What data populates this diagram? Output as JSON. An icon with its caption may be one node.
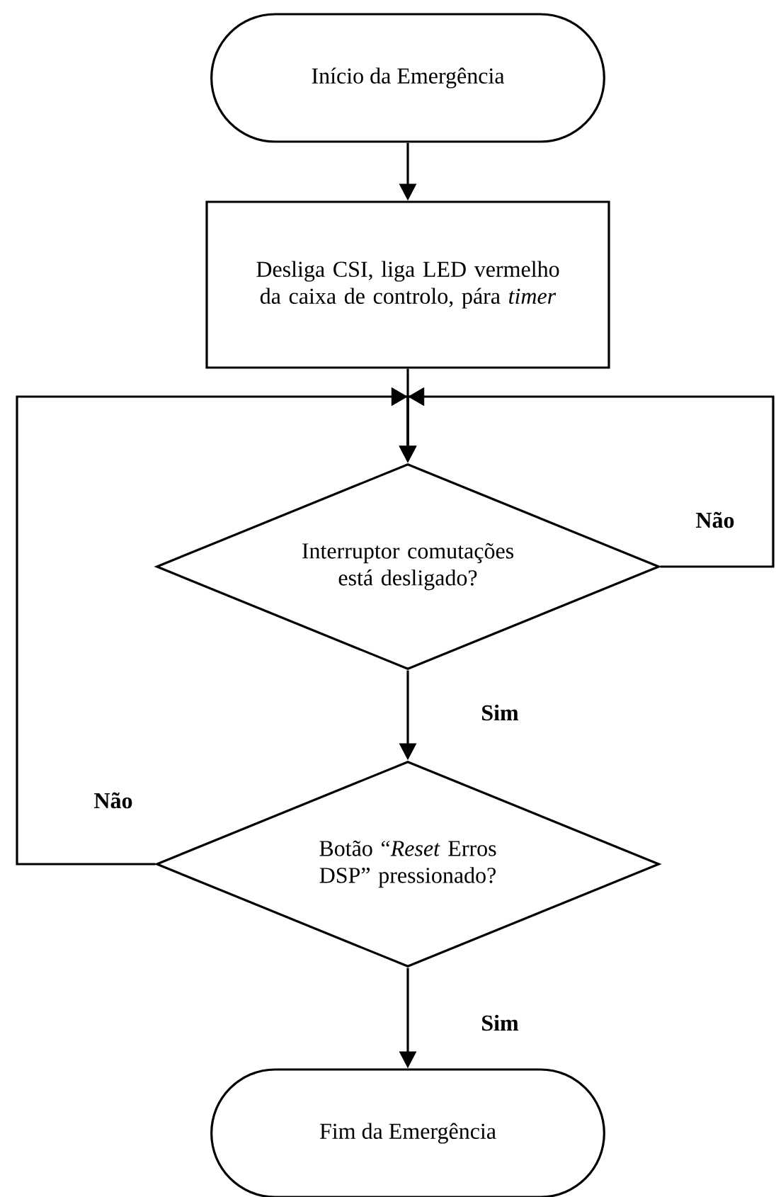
{
  "diagram": {
    "nodes": [
      {
        "text": [
          "Início da Emergência"
        ]
      },
      {
        "text": [
          "Desliga CSI, liga LED vermelho da caixa de controlo, pára *timer*"
        ]
      },
      {
        "text": [
          "Interruptor comutações está desligado?"
        ]
      },
      {
        "text": [
          "Botão “*Reset* Erros DSP” pressionado?"
        ]
      },
      {
        "text": [
          "Fim da Emergência"
        ]
      }
    ],
    "edges": [
      {
        "from": 0,
        "to": 1,
        "arrow": "to"
      },
      {
        "from": 1,
        "to": 2,
        "arrow": "to"
      },
      {
        "from": 2,
        "to": 2,
        "arrow": "to",
        "label": "Não"
      },
      {
        "from": 2,
        "to": 3,
        "arrow": "to",
        "label": "Sim"
      },
      {
        "from": 3,
        "to": 2,
        "arrow": "to",
        "label": "Não"
      },
      {
        "from": 3,
        "to": 4,
        "arrow": "to",
        "label": "Sim"
      }
    ]
  }
}
